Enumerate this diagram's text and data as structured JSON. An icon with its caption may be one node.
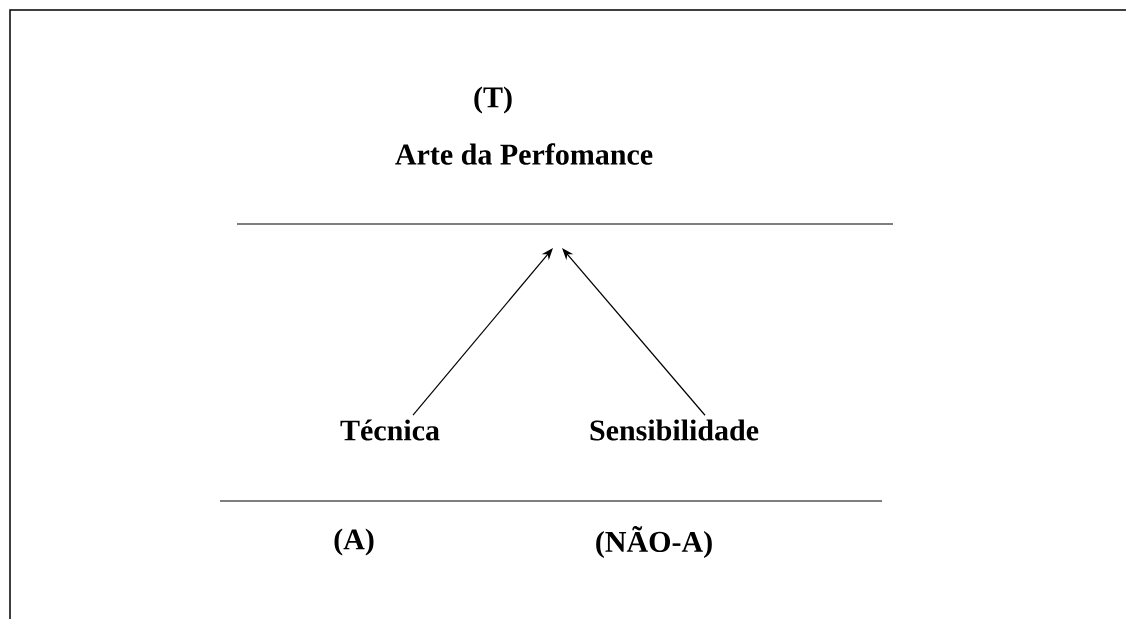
{
  "diagram": {
    "nodes": [
      {
        "text": [
          "(T)",
          "Arte da Perfomance"
        ]
      },
      {
        "text": [
          "Técnica"
        ]
      },
      {
        "text": [
          "Sensibilidade"
        ]
      }
    ],
    "edges": [
      {
        "from": 1,
        "to": null,
        "arrow": "to"
      },
      {
        "from": 2,
        "to": null,
        "arrow": "to"
      }
    ],
    "labels": [
      "(A)",
      "(NÃO-A)"
    ]
  }
}
